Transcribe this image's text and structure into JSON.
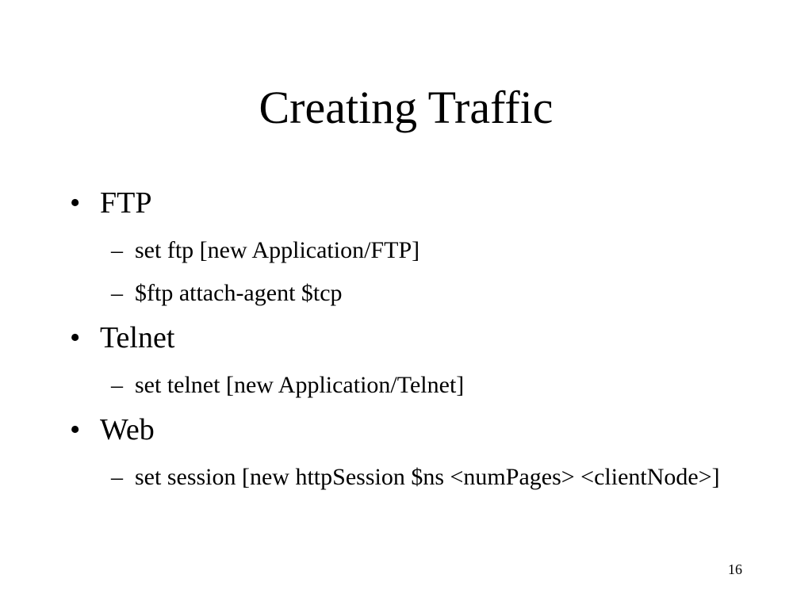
{
  "slide": {
    "title": "Creating Traffic",
    "page_number": "16",
    "bullets": [
      {
        "marker": "•",
        "text": "FTP",
        "sub": [
          {
            "marker": "–",
            "text": "set ftp [new Application/FTP]"
          },
          {
            "marker": "–",
            "text": "$ftp attach-agent $tcp"
          }
        ]
      },
      {
        "marker": "•",
        "text": "Telnet",
        "sub": [
          {
            "marker": "–",
            "text": "set telnet [new Application/Telnet]"
          }
        ]
      },
      {
        "marker": "•",
        "text": "Web",
        "sub": [
          {
            "marker": "–",
            "text": "set session [new httpSession $ns <numPages> <clientNode>]"
          }
        ]
      }
    ]
  }
}
